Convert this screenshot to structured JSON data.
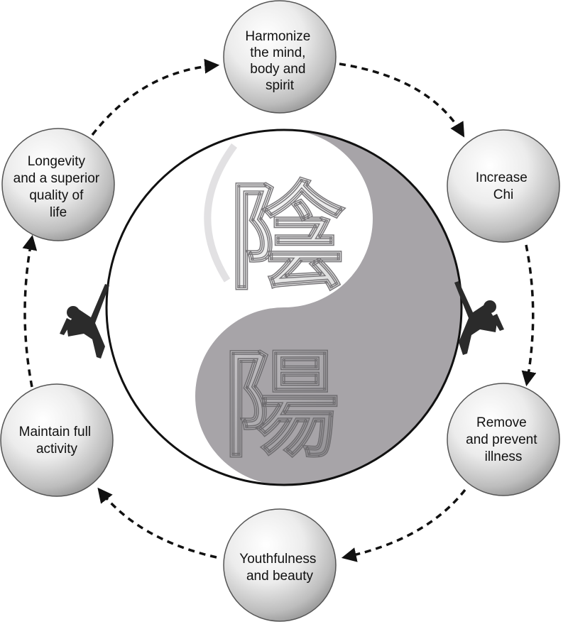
{
  "nodes": [
    {
      "id": "harmonize",
      "lines": [
        "Harmonize",
        "the mind,",
        "body and",
        "spirit"
      ]
    },
    {
      "id": "chi",
      "lines": [
        "Increase",
        "Chi"
      ]
    },
    {
      "id": "illness",
      "lines": [
        "Remove",
        "and prevent",
        "illness"
      ]
    },
    {
      "id": "youth",
      "lines": [
        "Youthfulness",
        "and beauty"
      ]
    },
    {
      "id": "activity",
      "lines": [
        "Maintain full",
        "activity"
      ]
    },
    {
      "id": "longevity",
      "lines": [
        "Longevity",
        "and a superior",
        "quality of",
        "life"
      ]
    }
  ],
  "center": {
    "yin_char": "陰",
    "yang_char": "陽"
  },
  "colors": {
    "yin_gray": "#a7a4a8",
    "circle_outline": "#111111",
    "arrow": "#111111"
  }
}
